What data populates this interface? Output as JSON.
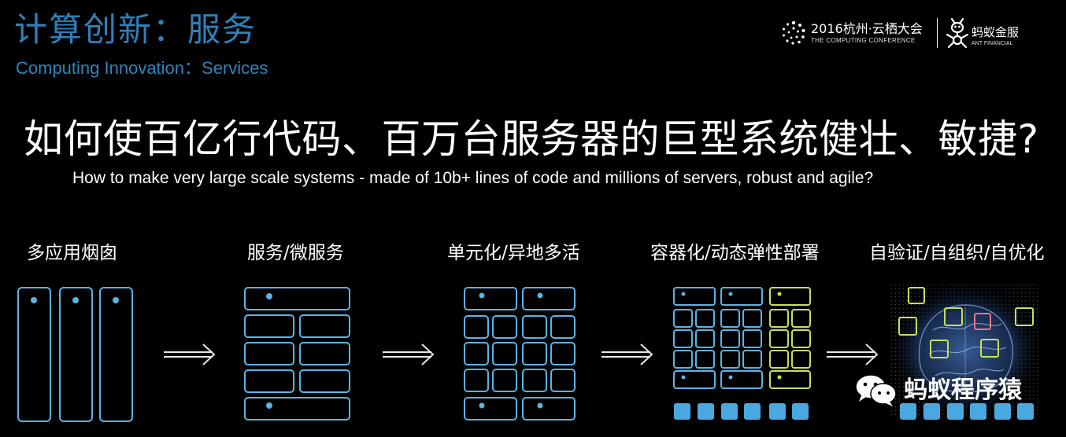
{
  "header": {
    "title_cn": "计算创新：服务",
    "title_en": "Computing Innovation：Services"
  },
  "logos": {
    "conference_name": "2016杭州·云栖大会",
    "conference_sub": "THE COMPUTING CONFERENCE",
    "ant_name": "蚂蚁金服",
    "ant_sub": "ANT FINANCIAL"
  },
  "question": {
    "cn": "如何使百亿行代码、百万台服务器的巨型系统健壮、敏捷?",
    "en": "How to make very large scale systems - made of 10b+ lines of code and millions of servers, robust and agile?"
  },
  "stages": [
    {
      "label": "多应用烟囱"
    },
    {
      "label": "服务/微服务"
    },
    {
      "label": "单元化/异地多活"
    },
    {
      "label": "容器化/动态弹性部署"
    },
    {
      "label": "自验证/自组织/自优化"
    }
  ],
  "watermark": {
    "text": "蚂蚁程序猿",
    "icon": "wechat-icon"
  },
  "colors": {
    "title_blue": "#2f80b8",
    "box_blue": "#5ab4e6",
    "square_fill": "#4aa8e0",
    "yellow_green": "#c6e05a",
    "pink": "#e8768a"
  }
}
